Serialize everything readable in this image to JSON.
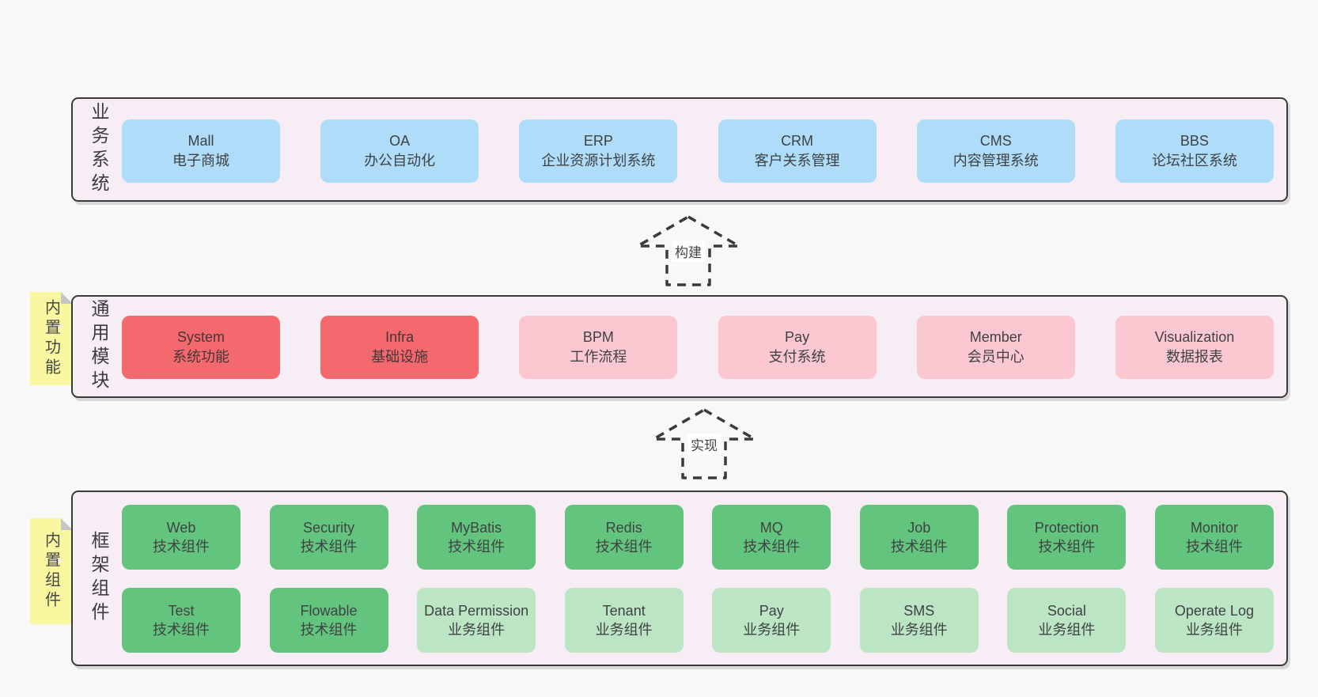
{
  "page": {
    "background": "#f8f8f8"
  },
  "colors": {
    "container_bg": "#f7edf5",
    "container_border": "#3a3a3a",
    "blue": "#aedcf9",
    "red": "#f4696d",
    "pink": "#fbc8d1",
    "green": "#63c57d",
    "light_green": "#bbe5c3",
    "sticky_yellow": "#f9f8a0",
    "text": "#3f4245"
  },
  "layers": {
    "business": {
      "side_label": "业务系统",
      "boxes": [
        {
          "en": "Mall",
          "zh": "电子商城"
        },
        {
          "en": "OA",
          "zh": "办公自动化"
        },
        {
          "en": "ERP",
          "zh": "企业资源计划系统"
        },
        {
          "en": "CRM",
          "zh": "客户关系管理"
        },
        {
          "en": "CMS",
          "zh": "内容管理系统"
        },
        {
          "en": "BBS",
          "zh": "论坛社区系统"
        }
      ]
    },
    "modules": {
      "side_label": "通用模块",
      "sticky": "内置功能",
      "boxes": [
        {
          "en": "System",
          "zh": "系统功能"
        },
        {
          "en": "Infra",
          "zh": "基础设施"
        },
        {
          "en": "BPM",
          "zh": "工作流程"
        },
        {
          "en": "Pay",
          "zh": "支付系统"
        },
        {
          "en": "Member",
          "zh": "会员中心"
        },
        {
          "en": "Visualization",
          "zh": "数据报表"
        }
      ]
    },
    "components": {
      "side_label": "框架组件",
      "sticky": "内置组件",
      "row1": [
        {
          "en": "Web",
          "zh": "技术组件"
        },
        {
          "en": "Security",
          "zh": "技术组件"
        },
        {
          "en": "MyBatis",
          "zh": "技术组件"
        },
        {
          "en": "Redis",
          "zh": "技术组件"
        },
        {
          "en": "MQ",
          "zh": "技术组件"
        },
        {
          "en": "Job",
          "zh": "技术组件"
        },
        {
          "en": "Protection",
          "zh": "技术组件"
        },
        {
          "en": "Monitor",
          "zh": "技术组件"
        }
      ],
      "row2": [
        {
          "en": "Test",
          "zh": "技术组件"
        },
        {
          "en": "Flowable",
          "zh": "技术组件"
        },
        {
          "en": "Data Permission",
          "zh": "业务组件"
        },
        {
          "en": "Tenant",
          "zh": "业务组件"
        },
        {
          "en": "Pay",
          "zh": "业务组件"
        },
        {
          "en": "SMS",
          "zh": "业务组件"
        },
        {
          "en": "Social",
          "zh": "业务组件"
        },
        {
          "en": "Operate Log",
          "zh": "业务组件"
        }
      ]
    }
  },
  "arrows": {
    "build": "构建",
    "implement": "实现"
  }
}
